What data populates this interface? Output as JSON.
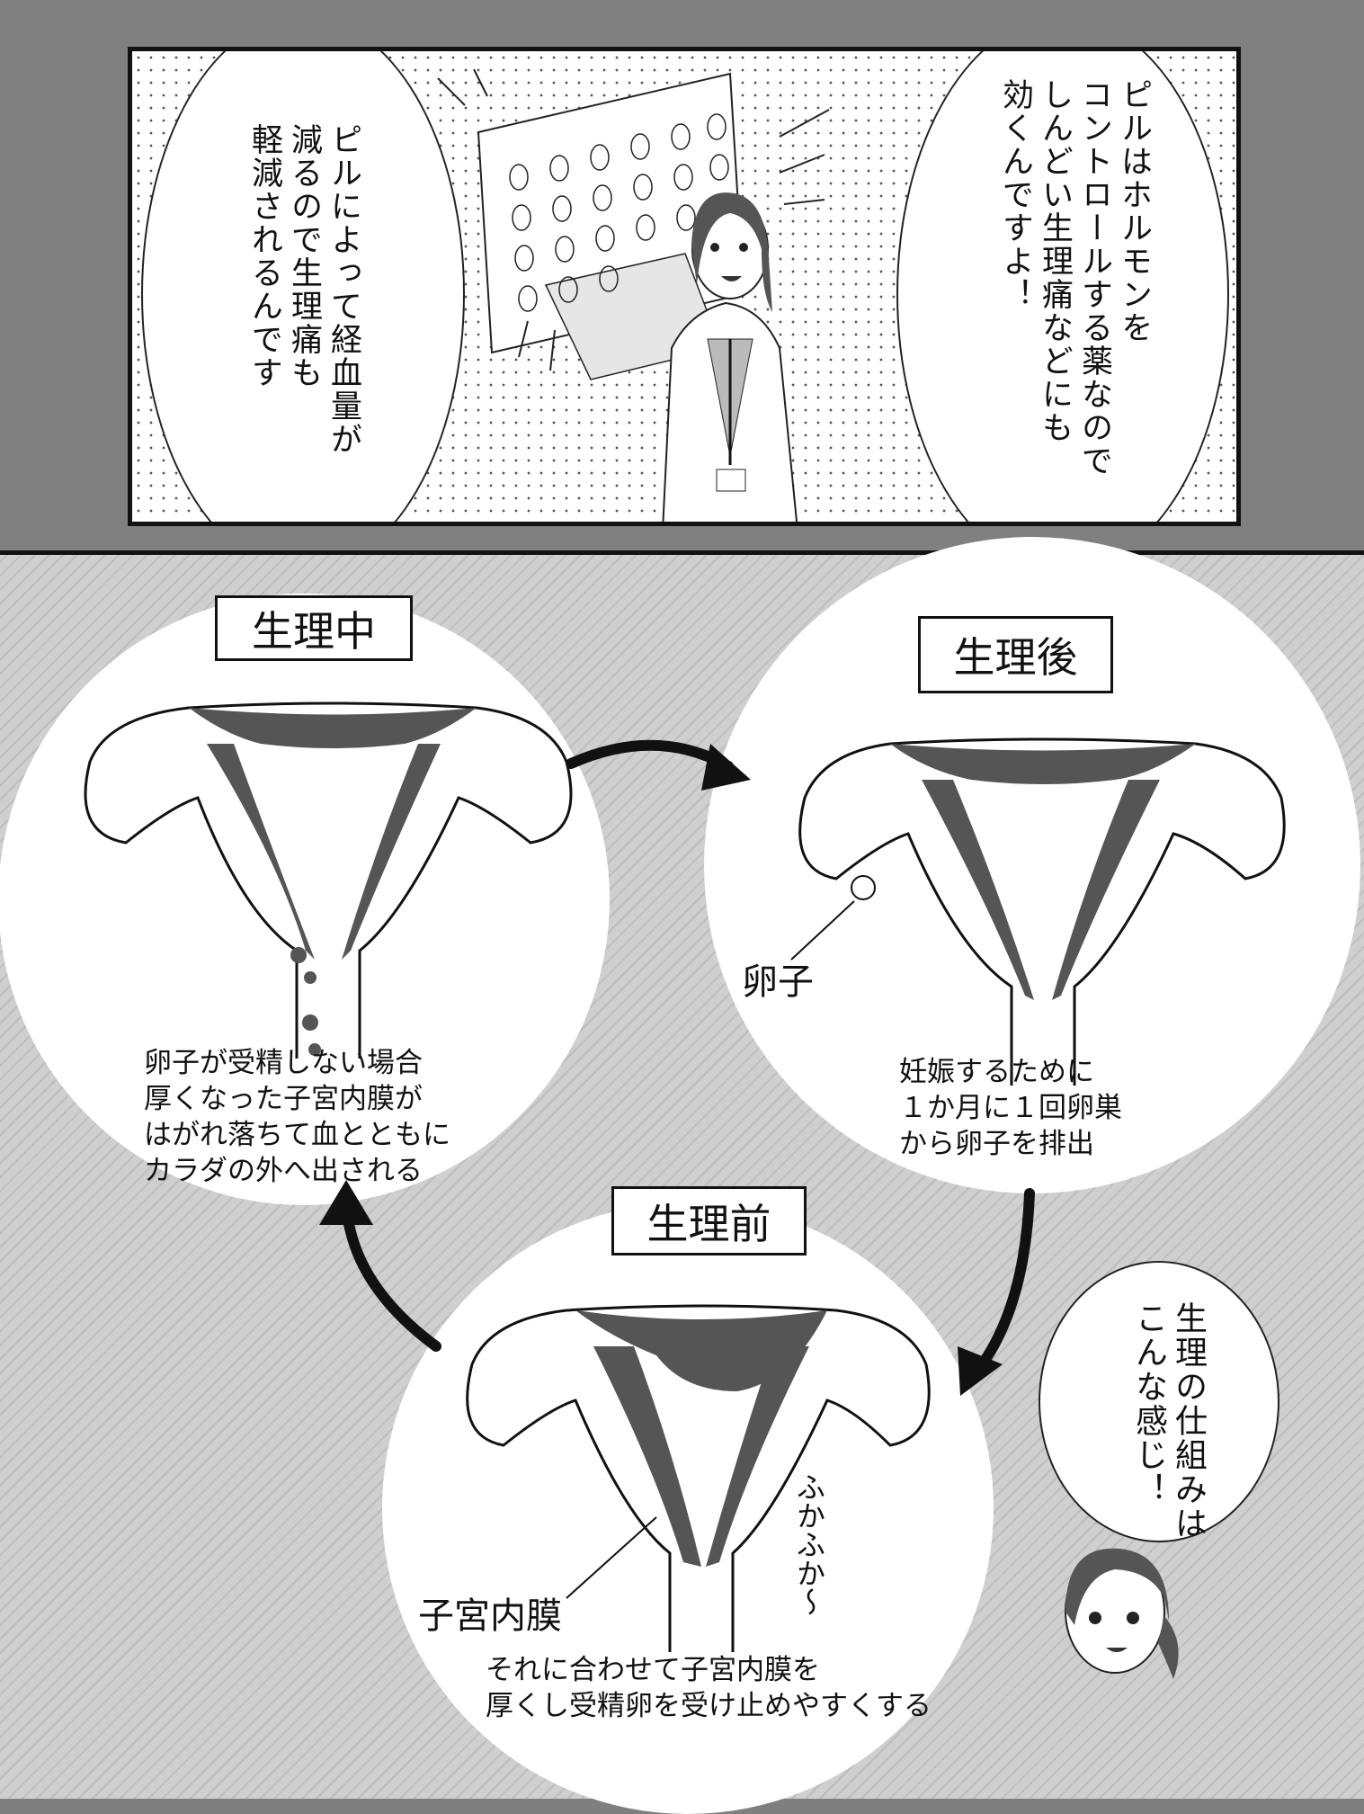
{
  "panel_top": {
    "bubble_left": {
      "lines": [
        "ピルによって経血量が",
        "減るので生理痛も",
        "軽減されるんです"
      ]
    },
    "bubble_right": {
      "lines": [
        "ピルはホルモンを",
        "コントロールする薬なので",
        "しんどい生理痛などにも",
        "効くんですよ！"
      ]
    }
  },
  "diagram": {
    "stages": [
      {
        "label": "生理中",
        "caption": [
          "卵子が受精しない場合",
          "厚くなった子宮内膜が",
          "はがれ落ちて血とともに",
          "カラダの外へ出される"
        ]
      },
      {
        "label": "生理後",
        "annotation": "卵子",
        "caption": [
          "妊娠するために",
          "１か月に１回卵巣",
          "から卵子を排出"
        ]
      },
      {
        "label": "生理前",
        "annotation": "子宮内膜",
        "sfx": "ふかふか〜",
        "caption": [
          "それに合わせて子宮内膜を",
          "厚くし受精卵を受け止めやすくする"
        ]
      }
    ],
    "bubble": {
      "lines": [
        "生理の仕組みは",
        "こんな感じ！"
      ]
    }
  }
}
